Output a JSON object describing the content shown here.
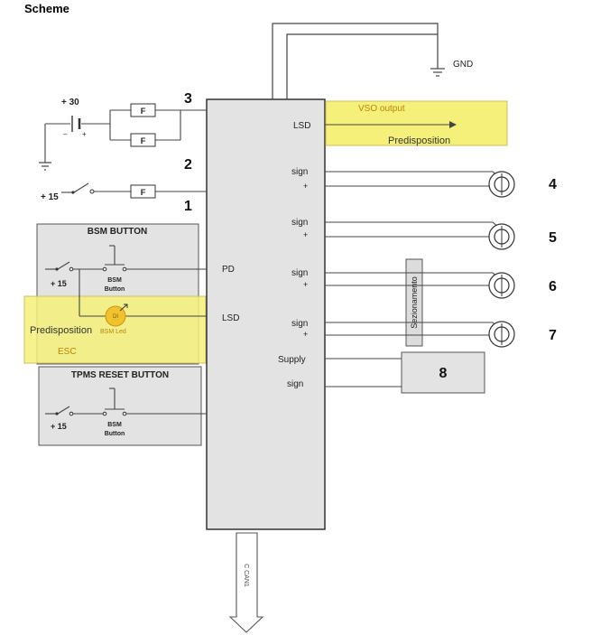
{
  "title": "Scheme",
  "gnd_label": "GND",
  "supply": {
    "plus30": "+ 30",
    "plus15": "+ 15",
    "minus": "–",
    "plus": "+"
  },
  "fuse_label": "F",
  "connector_numbers": {
    "n1": "1",
    "n2": "2",
    "n3": "3",
    "n4": "4",
    "n5": "5",
    "n6": "6",
    "n7": "7",
    "n8": "8"
  },
  "ecu_pins": {
    "lsd_top": "LSD",
    "sign": "sign",
    "plus": "+",
    "pd": "PD",
    "lsd_left": "LSD",
    "supply": "Supply",
    "sign_bottom": "sign"
  },
  "vso": {
    "label": "VSO output",
    "predisposition": "Predisposition"
  },
  "bsm": {
    "title": "BSM BUTTON",
    "plus15": "+ 15",
    "button_line1": "BSM",
    "button_line2": "Button",
    "led_label": "BSM Led",
    "led_symbol": "DI"
  },
  "esc": {
    "predisposition": "Predisposition",
    "label": "ESC"
  },
  "sezionamento": "Sezionamento",
  "tpms": {
    "title": "TPMS RESET BUTTON",
    "plus15": "+ 15",
    "button_line1": "BSM",
    "button_line2": "Button"
  },
  "can_label": "C CAN1",
  "colors": {
    "box_fill": "#e3e3e3",
    "highlight": "#f5f07a",
    "led": "#f2c12e",
    "line": "#333333"
  }
}
